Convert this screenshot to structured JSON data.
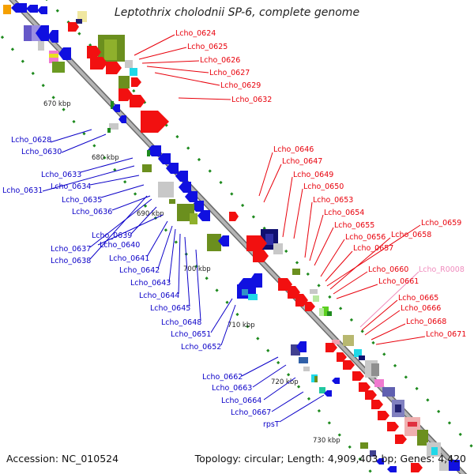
{
  "title": "Leptothrix cholodnii SP-6, complete genome",
  "accession_label": "Accession: NC_010524",
  "summary_label": "Topology: circular; Length: 4,909,403 bp; Genes: 4,420",
  "colors": {
    "backbone": "#a6a6a6",
    "forward_label": "#e8000b",
    "reverse_label": "#0b00c8",
    "rna_label": "#f08cbe",
    "tick": "#1e8a1e"
  },
  "scale_labels": [
    "670 kbp",
    "680 kbp",
    "690 kbp",
    "700 kbp",
    "710 kbp",
    "720 kbp",
    "730 kbp"
  ],
  "forward_genes": [
    "Lcho_0624",
    "Lcho_0625",
    "Lcho_0626",
    "Lcho_0627",
    "Lcho_0629",
    "Lcho_0632",
    "Lcho_0646",
    "Lcho_0647",
    "Lcho_0649",
    "Lcho_0650",
    "Lcho_0653",
    "Lcho_0654",
    "Lcho_0655",
    "Lcho_0656",
    "Lcho_0657",
    "Lcho_0659",
    "Lcho_0658",
    "Lcho_0660",
    "Lcho_R0008",
    "Lcho_0661",
    "Lcho_0665",
    "Lcho_0666",
    "Lcho_0668",
    "Lcho_0671"
  ],
  "reverse_genes": [
    "Lcho_0628",
    "Lcho_0630",
    "Lcho_0633",
    "Lcho_0631",
    "Lcho_0634",
    "Lcho_0635",
    "Lcho_0636",
    "Lcho_0639",
    "Lcho_0637",
    "Lcho_0640",
    "Lcho_0638",
    "Lcho_0641",
    "Lcho_0642",
    "Lcho_0643",
    "Lcho_0644",
    "Lcho_0645",
    "Lcho_0648",
    "Lcho_0651",
    "Lcho_0652",
    "Lcho_0662",
    "Lcho_0663",
    "Lcho_0664",
    "Lcho_0667",
    "rpsT"
  ]
}
